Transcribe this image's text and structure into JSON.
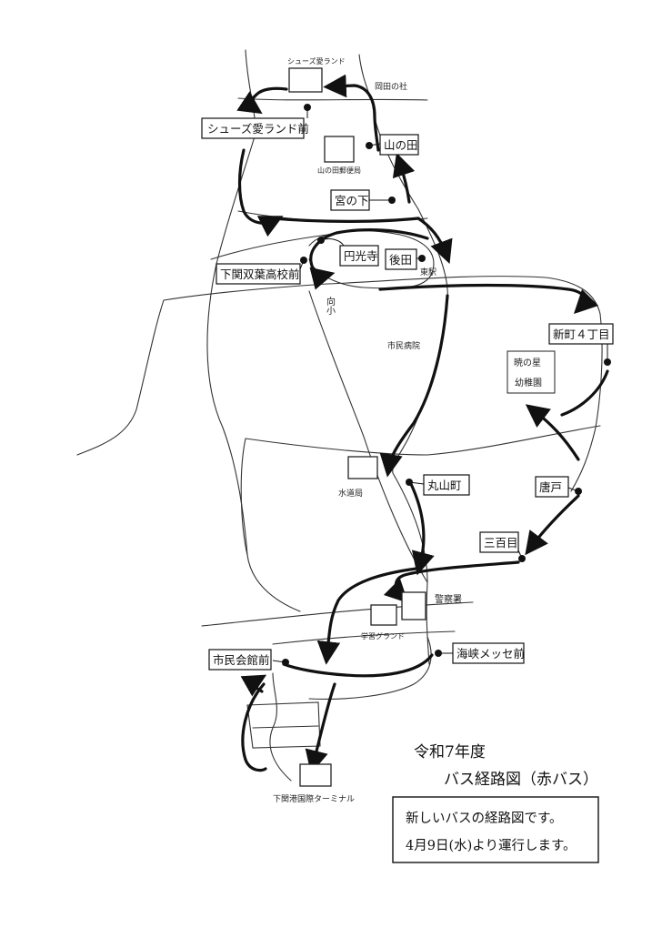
{
  "title": {
    "line1": "令和7年度",
    "line2": "バス経路図（赤バス）"
  },
  "notice": {
    "line1": "新しいバスの経路図です。",
    "line2": "4月9日(水)より運行します。"
  },
  "stops": {
    "shoes_ai_land_mae": "シューズ愛ランド前",
    "yamanota": "山の田",
    "miyanoshita": "宮の下",
    "enkoji": "円光寺",
    "gota": "後田",
    "shimonoseki_futaba_koko_mae": "下関双葉高校前",
    "shinmachi_4chome": "新町４丁目",
    "maruyamacho": "丸山町",
    "karato": "唐戸",
    "sanbyakume": "三百目",
    "kaikyo_messe_mae": "海峡メッセ前",
    "shimin_kaikan_mae": "市民会館前"
  },
  "landmarks": {
    "shoes_ai_land": "シューズ愛ランド",
    "okada_no_yashiro": "岡田の社",
    "yamanota_post_office": "山の田郵便局",
    "higashi_eki": "東駅",
    "mukai_sho": "向小",
    "shimin_byoin": "市民病院",
    "akatsuki_no_hoshi_1": "暁の星",
    "akatsuki_no_hoshi_2": "幼稚園",
    "suidokyoku": "水道局",
    "police": "警察署",
    "gakushu_ground": "学習グランド",
    "ferry_terminal": "下関港国際ターミナル"
  },
  "colors": {
    "route": "#111111",
    "road": "#333333",
    "background": "#ffffff"
  }
}
